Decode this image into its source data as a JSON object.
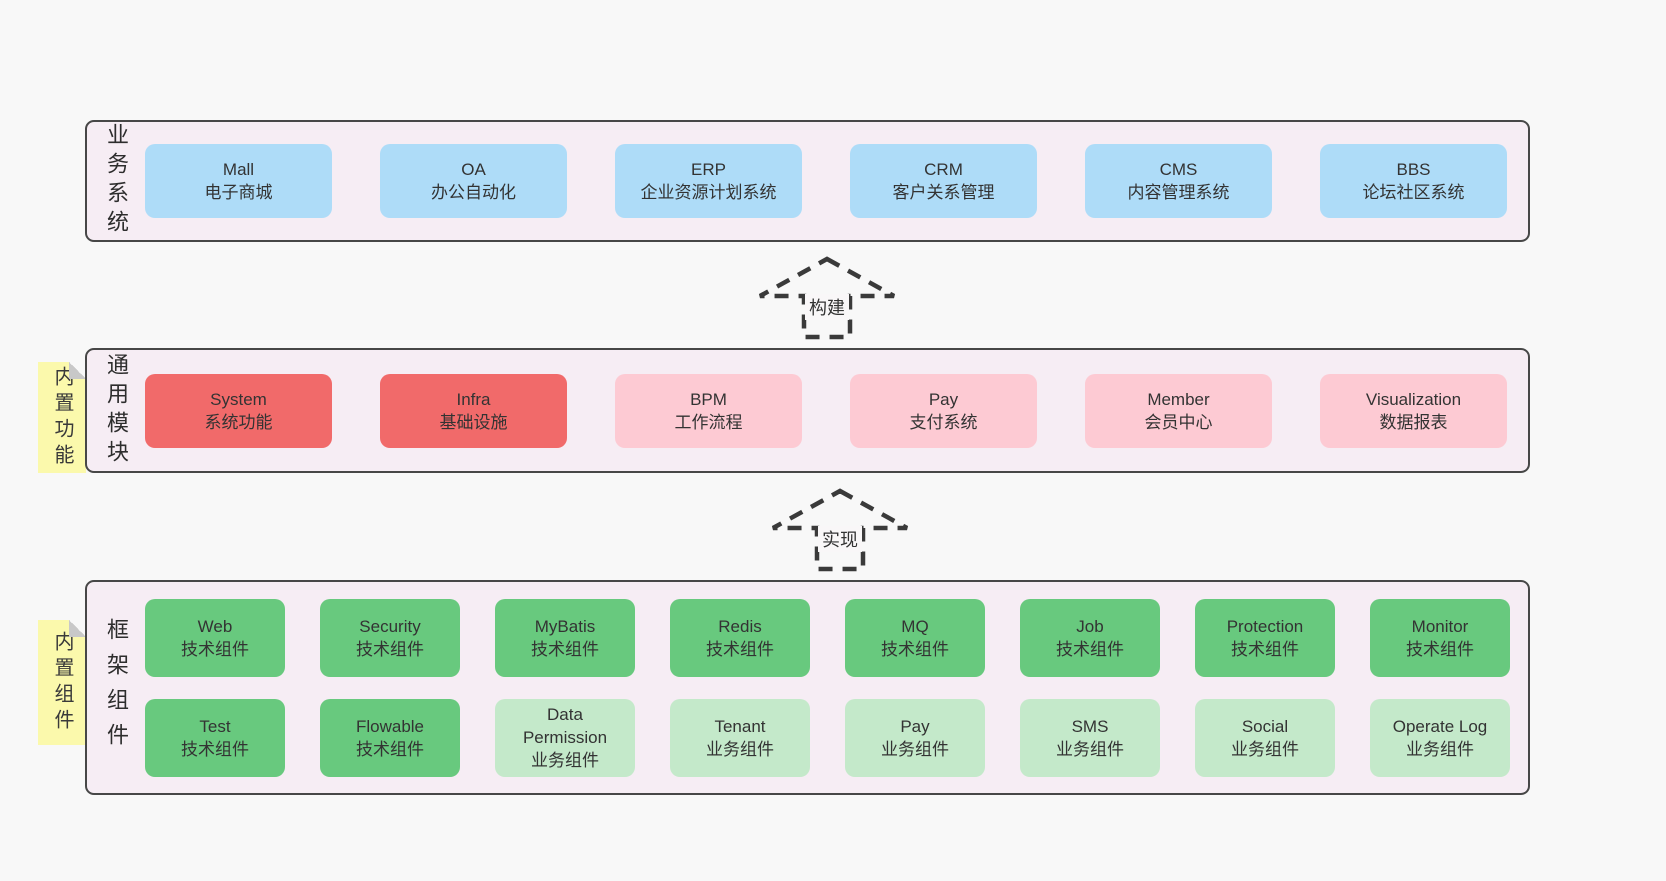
{
  "colors": {
    "page_bg": "#f8f8f8",
    "container_bg": "#f6edf4",
    "container_border": "#474747",
    "blue_box": "#aedcf8",
    "red_box": "#f16a6a",
    "pink_box": "#fdcad3",
    "green_box": "#68c97e",
    "light_green_box": "#c4e9ca",
    "sticky_yellow": "#fbf9ac",
    "sticky_fold_gray": "#c8c8c8"
  },
  "arrows": [
    {
      "label": "构建"
    },
    {
      "label": "实现"
    }
  ],
  "stickies": [
    {
      "label": "内置功能"
    },
    {
      "label": "内置组件"
    }
  ],
  "sections": [
    {
      "label": "业务系统",
      "rows": [
        [
          {
            "title": "Mall",
            "subtitle": "电子商城"
          },
          {
            "title": "OA",
            "subtitle": "办公自动化"
          },
          {
            "title": "ERP",
            "subtitle": "企业资源计划系统"
          },
          {
            "title": "CRM",
            "subtitle": "客户关系管理"
          },
          {
            "title": "CMS",
            "subtitle": "内容管理系统"
          },
          {
            "title": "BBS",
            "subtitle": "论坛社区系统"
          }
        ]
      ]
    },
    {
      "label": "通用模块",
      "rows": [
        [
          {
            "title": "System",
            "subtitle": "系统功能"
          },
          {
            "title": "Infra",
            "subtitle": "基础设施"
          },
          {
            "title": "BPM",
            "subtitle": "工作流程"
          },
          {
            "title": "Pay",
            "subtitle": "支付系统"
          },
          {
            "title": "Member",
            "subtitle": "会员中心"
          },
          {
            "title": "Visualization",
            "subtitle": "数据报表"
          }
        ]
      ]
    },
    {
      "label": "框架组件",
      "rows": [
        [
          {
            "title": "Web",
            "subtitle": "技术组件"
          },
          {
            "title": "Security",
            "subtitle": "技术组件"
          },
          {
            "title": "MyBatis",
            "subtitle": "技术组件"
          },
          {
            "title": "Redis",
            "subtitle": "技术组件"
          },
          {
            "title": "MQ",
            "subtitle": "技术组件"
          },
          {
            "title": "Job",
            "subtitle": "技术组件"
          },
          {
            "title": "Protection",
            "subtitle": "技术组件"
          },
          {
            "title": "Monitor",
            "subtitle": "技术组件"
          }
        ],
        [
          {
            "title": "Test",
            "subtitle": "技术组件"
          },
          {
            "title": "Flowable",
            "subtitle": "技术组件"
          },
          {
            "title": "Data Permission",
            "subtitle": "业务组件"
          },
          {
            "title": "Tenant",
            "subtitle": "业务组件"
          },
          {
            "title": "Pay",
            "subtitle": "业务组件"
          },
          {
            "title": "SMS",
            "subtitle": "业务组件"
          },
          {
            "title": "Social",
            "subtitle": "业务组件"
          },
          {
            "title": "Operate Log",
            "subtitle": "业务组件"
          }
        ]
      ]
    }
  ]
}
